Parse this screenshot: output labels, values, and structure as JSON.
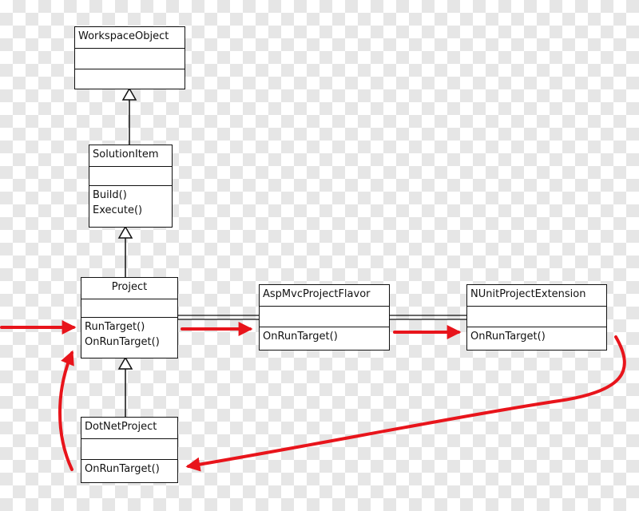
{
  "classes": {
    "workspace_object": {
      "name": "WorkspaceObject",
      "operations": []
    },
    "solution_item": {
      "name": "SolutionItem",
      "operations": [
        "Build()",
        "Execute()"
      ]
    },
    "project": {
      "name": "Project",
      "operations": [
        "RunTarget()",
        "OnRunTarget()"
      ]
    },
    "asp_mvc_project_flavor": {
      "name": "AspMvcProjectFlavor",
      "operations": [
        "OnRunTarget()"
      ]
    },
    "nunit_project_extension": {
      "name": "NUnitProjectExtension",
      "operations": [
        "OnRunTarget()"
      ]
    },
    "dot_net_project": {
      "name": "DotNetProject",
      "operations": [
        "OnRunTarget()"
      ]
    }
  },
  "colors": {
    "call_flow": "#e8141b",
    "line": "#111111"
  }
}
